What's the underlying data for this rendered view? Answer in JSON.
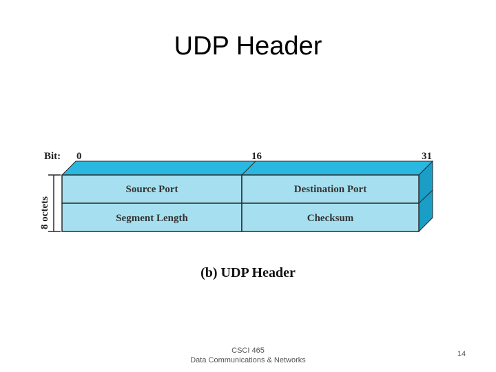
{
  "slide": {
    "title": "UDP Header",
    "footer_course": "CSCI 465",
    "footer_subtitle": "Data Communications & Networks",
    "page_number": "14"
  },
  "figure": {
    "bit_label": "Bit:",
    "bit_ticks": [
      "0",
      "16",
      "31"
    ],
    "size_label": "8 octets",
    "fields": [
      [
        "Source Port",
        "Destination Port"
      ],
      [
        "Segment Length",
        "Checksum"
      ]
    ],
    "caption": "(b) UDP Header",
    "colors": {
      "face": "#a6e0f0",
      "top": "#2ab8e0",
      "side": "#1b9ec6",
      "outline": "#2a2a2a"
    }
  }
}
